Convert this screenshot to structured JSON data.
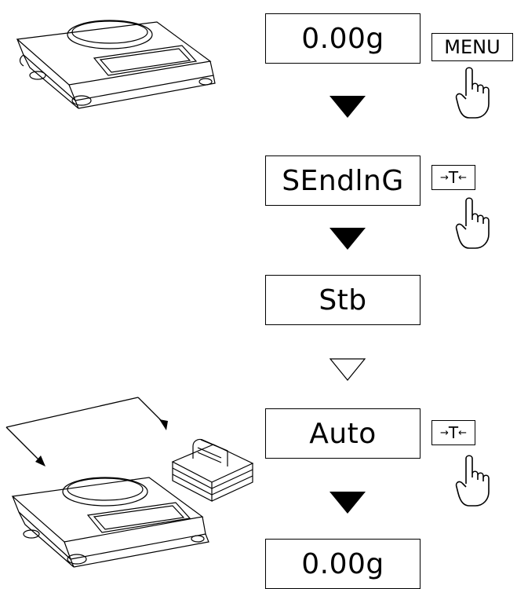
{
  "displays": [
    {
      "text": "0.00g"
    },
    {
      "text": "SEndlnG"
    },
    {
      "text": "Stb"
    },
    {
      "text": "Auto"
    },
    {
      "text": "0.00g"
    }
  ],
  "keys": {
    "menu_label": "MENU",
    "tare_label": "T",
    "tare_left_glyph": "→",
    "tare_right_glyph": "←"
  },
  "arrows": [
    {
      "style": "filled"
    },
    {
      "style": "filled"
    },
    {
      "style": "outline"
    },
    {
      "style": "filled"
    }
  ],
  "colors": {
    "ink": "#000000",
    "paper": "#ffffff"
  },
  "icons": [
    "balance-scale-icon",
    "printer-icon",
    "pointing-hand-icon",
    "down-arrow-icon"
  ]
}
